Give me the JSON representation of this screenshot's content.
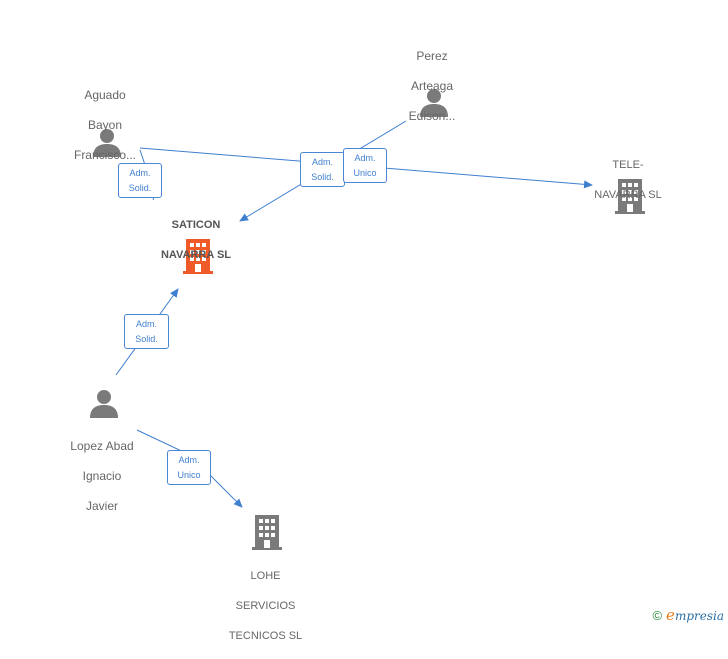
{
  "nodes": {
    "aguado": {
      "label_lines": [
        "Aguado",
        "Bayon",
        "Francisco..."
      ],
      "type": "person"
    },
    "perez": {
      "label_lines": [
        "Perez",
        "Arteaga",
        "Edison..."
      ],
      "type": "person"
    },
    "lopez": {
      "label_lines": [
        "Lopez Abad",
        "Ignacio",
        "Javier"
      ],
      "type": "person"
    },
    "saticon": {
      "label_lines": [
        "SATICON",
        "NAVARRA  SL"
      ],
      "type": "company",
      "highlight": true
    },
    "telenavarra": {
      "label_lines": [
        "TELE-",
        "NAVARRA  SL"
      ],
      "type": "company"
    },
    "lohe": {
      "label_lines": [
        "LOHE",
        "SERVICIOS",
        "TECNICOS  SL"
      ],
      "type": "company"
    }
  },
  "edges": {
    "aguado_saticon": {
      "label_lines": [
        "Adm.",
        "Solid."
      ]
    },
    "perez_saticon": {
      "label_lines": [
        "Adm.",
        "Solid."
      ]
    },
    "aguado_telenavarra": {
      "label_lines": [
        "Adm.",
        "Unico"
      ]
    },
    "lopez_saticon": {
      "label_lines": [
        "Adm.",
        "Solid."
      ]
    },
    "lopez_lohe": {
      "label_lines": [
        "Adm.",
        "Unico"
      ]
    }
  },
  "colors": {
    "edge": "#3f7fcf",
    "person_icon": "#7a7a7a",
    "company_icon": "#7a7a7a",
    "highlight_company_icon": "#f05a28"
  },
  "watermark": {
    "copyright": "©",
    "brand_e": "e",
    "brand_rest": "mpresia"
  }
}
